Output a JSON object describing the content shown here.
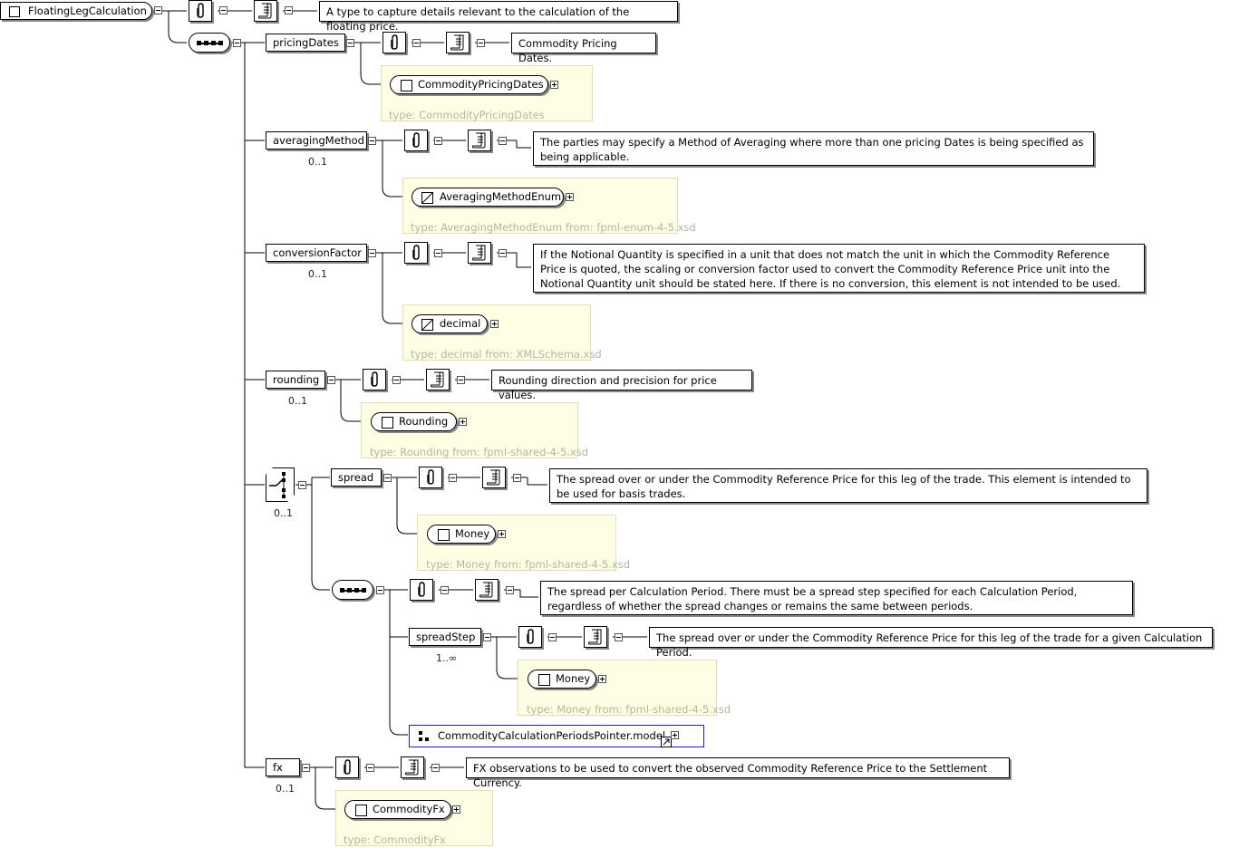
{
  "root": {
    "name": "FloatingLegCalculation",
    "doc": "A type to capture details relevant to the calculation of the floating price."
  },
  "elements": {
    "pricingDates": {
      "name": "pricingDates",
      "doc": "Commodity Pricing Dates.",
      "type_name": "CommodityPricingDates",
      "type_label": "type: CommodityPricingDates"
    },
    "averagingMethod": {
      "name": "averagingMethod",
      "occurs": "0..1",
      "doc": "The parties may specify a Method of Averaging where more than one pricing Dates is being specified as being applicable.",
      "type_name": "AveragingMethodEnum",
      "type_label": "type: AveragingMethodEnum from: fpml-enum-4-5.xsd"
    },
    "conversionFactor": {
      "name": "conversionFactor",
      "occurs": "0..1",
      "doc": "If the Notional Quantity is specified in a unit that does not match the unit in which the Commodity Reference Price is quoted, the scaling or conversion factor used to convert the Commodity Reference Price unit into the Notional Quantity unit should be stated here. If there is no conversion, this element is not intended to be used.",
      "type_name": "decimal",
      "type_label": "type: decimal from: XMLSchema.xsd"
    },
    "rounding": {
      "name": "rounding",
      "occurs": "0..1",
      "doc": "Rounding direction and precision for price values.",
      "type_name": "Rounding",
      "type_label": "type: Rounding from: fpml-shared-4-5.xsd"
    },
    "choice": {
      "occurs": "0..1"
    },
    "spread": {
      "name": "spread",
      "doc": "The spread over or under the Commodity Reference Price for this leg of the trade. This element is intended to be used for basis trades.",
      "type_name": "Money",
      "type_label": "type: Money from: fpml-shared-4-5.xsd"
    },
    "innerSequence": {
      "doc": "The spread per Calculation Period. There must be a spread step specified for each Calculation Period, regardless of whether the spread changes or remains the same between periods."
    },
    "spreadStep": {
      "name": "spreadStep",
      "occurs": "1..∞",
      "doc": "The spread over or under the Commodity Reference Price for this leg of the trade for a given Calculation Period.",
      "type_name": "Money",
      "type_label": "type: Money from: fpml-shared-4-5.xsd"
    },
    "groupRef": {
      "name": "CommodityCalculationPeriodsPointer.model"
    },
    "fx": {
      "name": "fx",
      "occurs": "0..1",
      "doc": "FX observations to be used to convert the observed Commodity Reference Price to the Settlement Currency.",
      "type_name": "CommodityFx",
      "type_label": "type: CommodityFx"
    }
  }
}
